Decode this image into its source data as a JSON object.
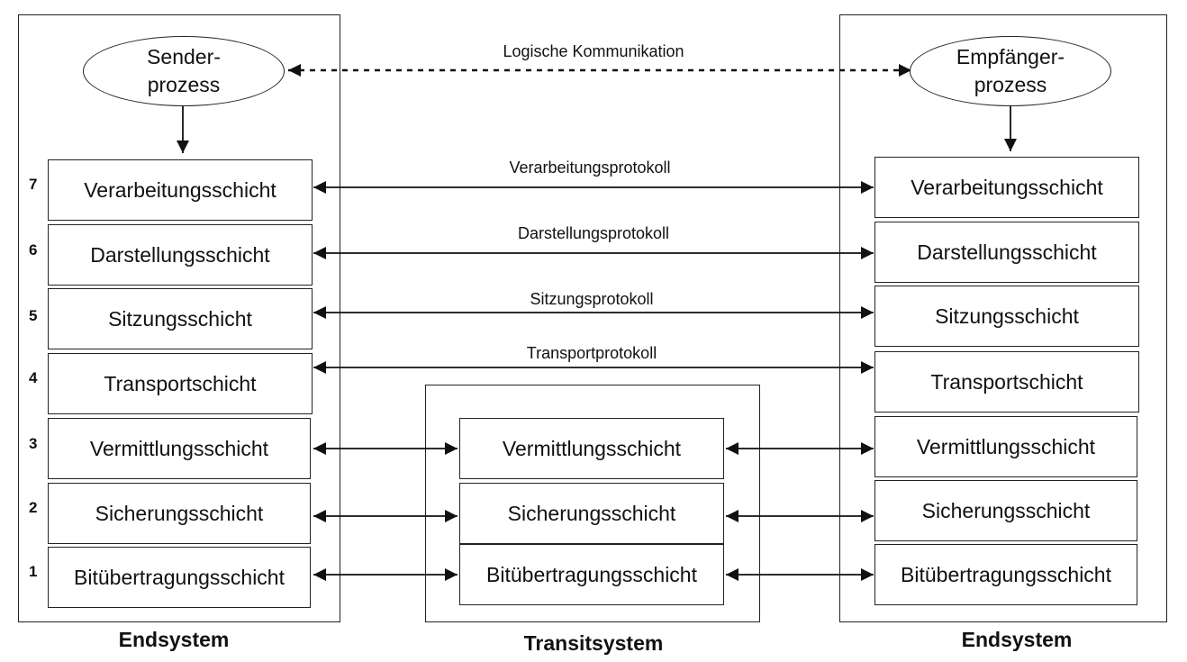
{
  "logical_communication": "Logische Kommunikation",
  "sender_process": {
    "line1": "Sender-",
    "line2": "prozess"
  },
  "receiver_process": {
    "line1": "Empfänger-",
    "line2": "prozess"
  },
  "layer_numbers": [
    "7",
    "6",
    "5",
    "4",
    "3",
    "2",
    "1"
  ],
  "layers": [
    "Verarbeitungsschicht",
    "Darstellungsschicht",
    "Sitzungsschicht",
    "Transportschicht",
    "Vermittlungsschicht",
    "Sicherungsschicht",
    "Bitübertragungsschicht"
  ],
  "transit_layers": [
    "Vermittlungsschicht",
    "Sicherungsschicht",
    "Bitübertragungsschicht"
  ],
  "protocols": [
    "Verarbeitungsprotokoll",
    "Darstellungsprotokoll",
    "Sitzungsprotokoll",
    "Transportprotokoll"
  ],
  "systems": {
    "left": "Endsystem",
    "middle": "Transitsystem",
    "right": "Endsystem"
  }
}
